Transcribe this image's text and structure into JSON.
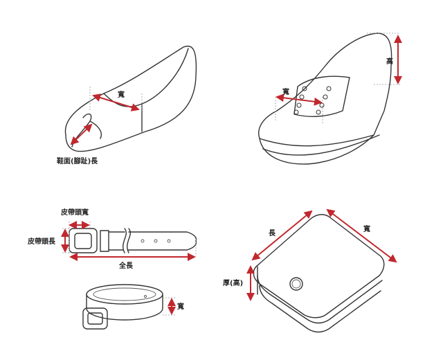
{
  "colors": {
    "accent": "#c0282e",
    "line": "#333333"
  },
  "flat_shoe": {
    "width_label": "寬",
    "toe_length_label": "鞋面(腳趾)長"
  },
  "sneaker": {
    "width_label": "寬",
    "height_label": "高"
  },
  "belt": {
    "buckle_width_label": "皮帶頭寬",
    "buckle_length_label": "皮帶頭長",
    "total_length_label": "全長",
    "width_label": "寬"
  },
  "wallet": {
    "length_label": "長",
    "width_label": "寬",
    "thickness_label": "厚(高)"
  }
}
